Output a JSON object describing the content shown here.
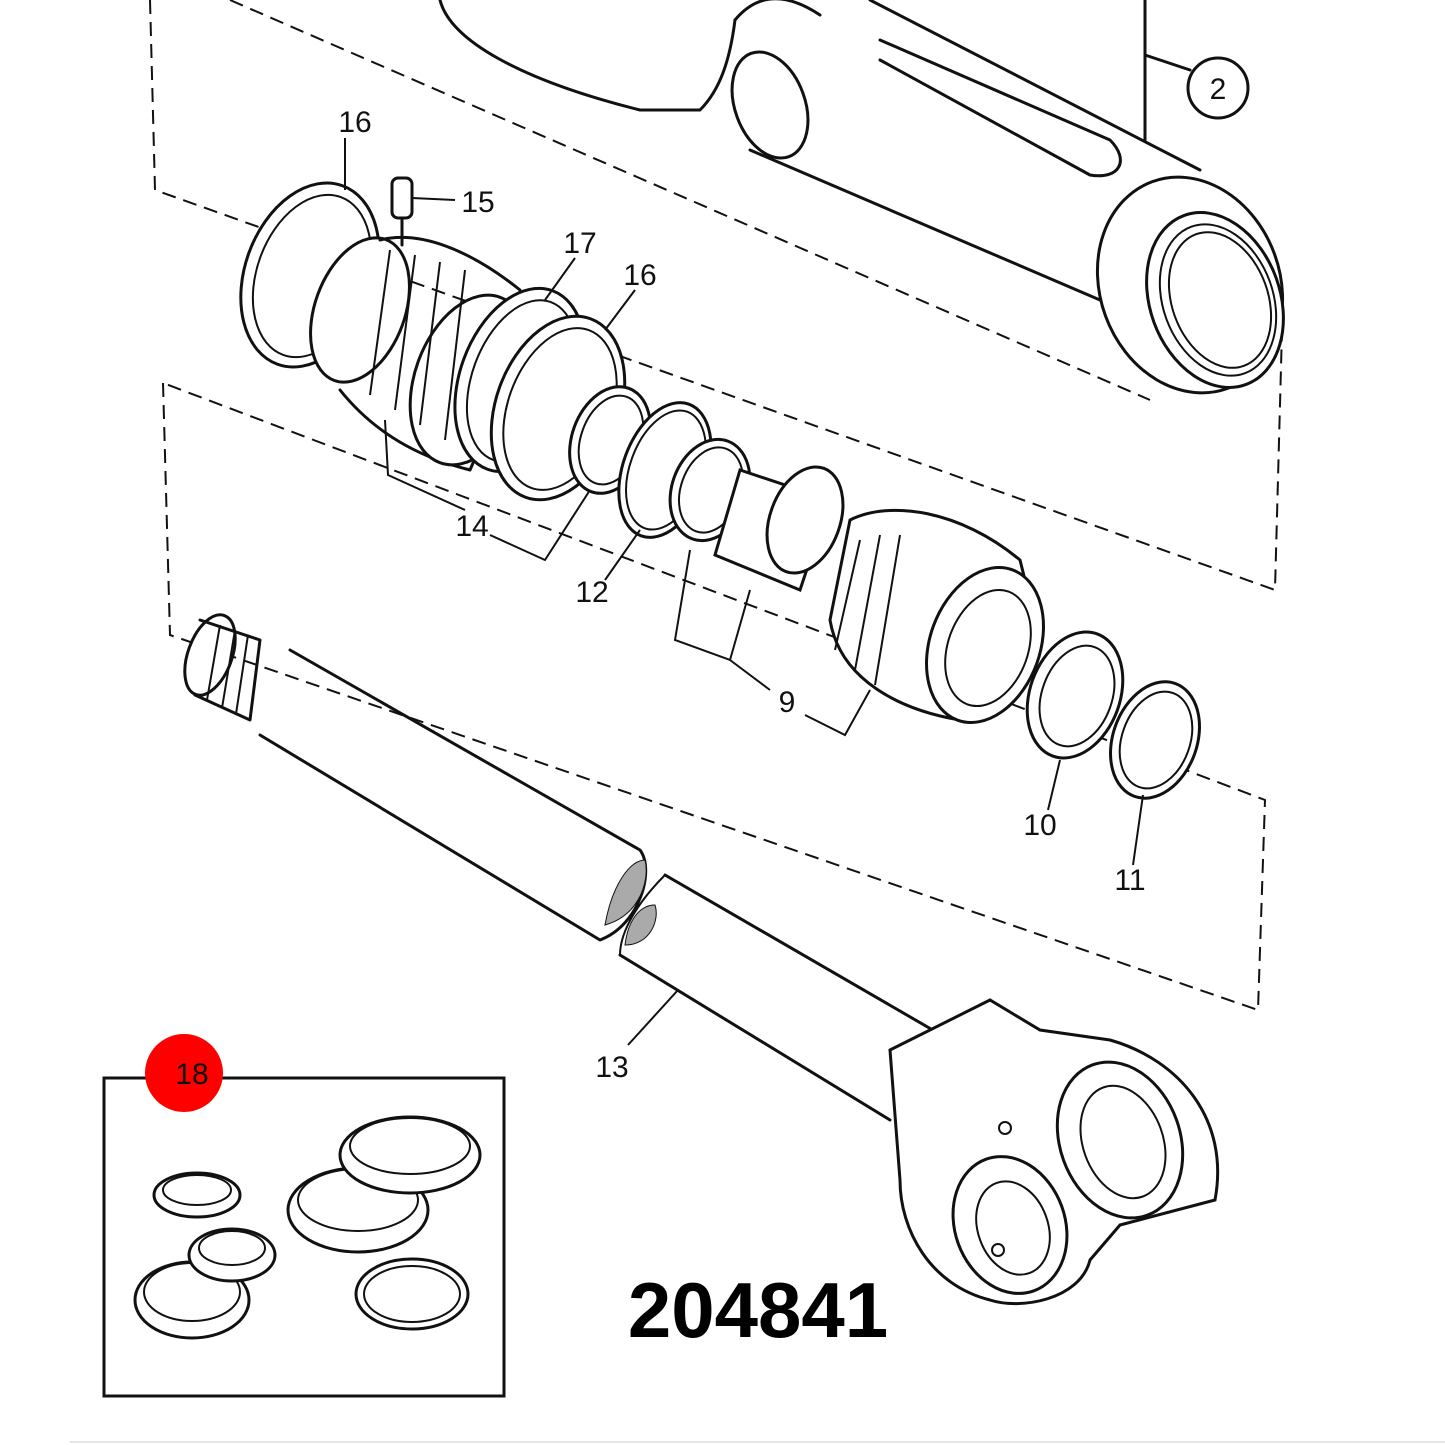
{
  "callouts": {
    "c2": "2",
    "c9": "9",
    "c10": "10",
    "c11": "11",
    "c12": "12",
    "c13": "13",
    "c14": "14",
    "c15": "15",
    "c16a": "16",
    "c16b": "16",
    "c17": "17",
    "c18": "18"
  },
  "part_number": "204841",
  "colors": {
    "line": "#111111",
    "kit_marker": "#ff0000",
    "background": "#ffffff"
  }
}
